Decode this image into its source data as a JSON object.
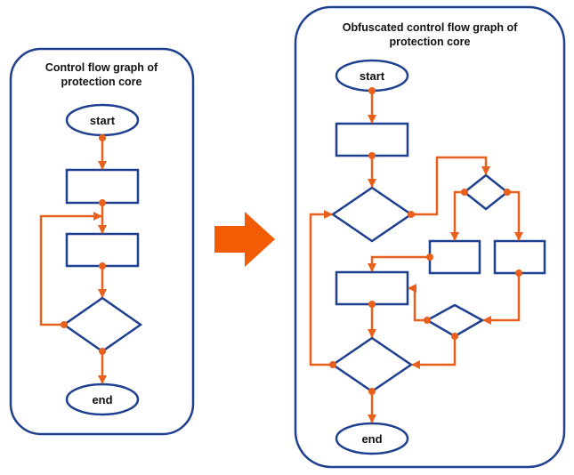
{
  "left_panel": {
    "title_line1": "Control flow graph of",
    "title_line2": "protection core",
    "start_label": "start",
    "end_label": "end"
  },
  "right_panel": {
    "title_line1": "Obfuscated control flow graph of",
    "title_line2": "protection core",
    "start_label": "start",
    "end_label": "end"
  },
  "colors": {
    "border": "#1f3f8f",
    "edge": "#e8601c",
    "transform_arrow": "#f25c05"
  }
}
